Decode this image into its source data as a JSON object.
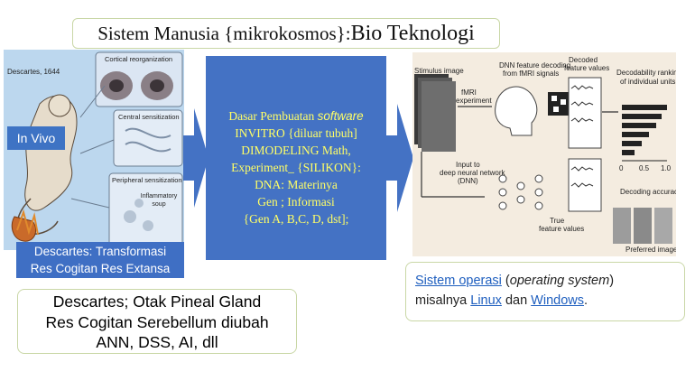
{
  "title": {
    "part1": "Sistem Manusia {mikrokosmos}:",
    "part2": "Bio Teknologi"
  },
  "left_image": {
    "label_descartes": "Descartes, 1644",
    "label_cortical": "Cortical reorganization",
    "label_central": "Central sensitization",
    "label_peripheral": "Peripheral sensitization",
    "label_inflammatory": "Inflammatory soup",
    "badge": "In Vivo"
  },
  "caption": {
    "line1": "Descartes: Transformasi",
    "line2": "Res Cogitan Res Extansa"
  },
  "descartes_box": {
    "line1": "Descartes; Otak Pineal Gland",
    "line2": "Res Cogitan Serebellum diubah",
    "line3": "ANN,  DSS, AI, dll"
  },
  "center_box": {
    "line1_pre": "Dasar Pembuatan ",
    "line1_sw": "software",
    "line2": "INVITRO {diluar tubuh]",
    "line3": "DIMODELING  Math,",
    "line4": "Experiment_ {SILIKON}:",
    "line5": "DNA: Materinya",
    "line6": "Gen ; Informasi",
    "line7": "{Gen A, B,C, D, dst];"
  },
  "right_image": {
    "stimulus": "Stimulus image",
    "dnn_decoding": "DNN feature decoding",
    "from_fmri": "from fMRI signals",
    "fmri": "fMRI",
    "experiment": "experiment",
    "decoded": "Decoded",
    "feature_values": "feature values",
    "decodability": "Decodability ranking",
    "units": "of individual units",
    "input_to": "Input to",
    "deep_nn": "deep neural network",
    "dnn": "(DNN)",
    "true_label": "True",
    "true_feature": "feature values",
    "tick0": "0",
    "tick05": "0.5",
    "tick1": "1.0",
    "decoding_accuracy": "Decoding accuracy",
    "preferred": "Preferred image"
  },
  "sysop_box": {
    "link1": "Sistem operasi",
    "paren_open": " (",
    "italic": "operating system",
    "paren_close": ")",
    "line2_pre": "misalnya ",
    "link2": "Linux",
    "mid": " dan ",
    "link3": "Windows",
    "end": "."
  },
  "colors": {
    "accent_blue": "#4472c4",
    "text_yellow": "#ffff66",
    "link_blue": "#1f5fbf",
    "box_border": "#c9d7a6"
  }
}
